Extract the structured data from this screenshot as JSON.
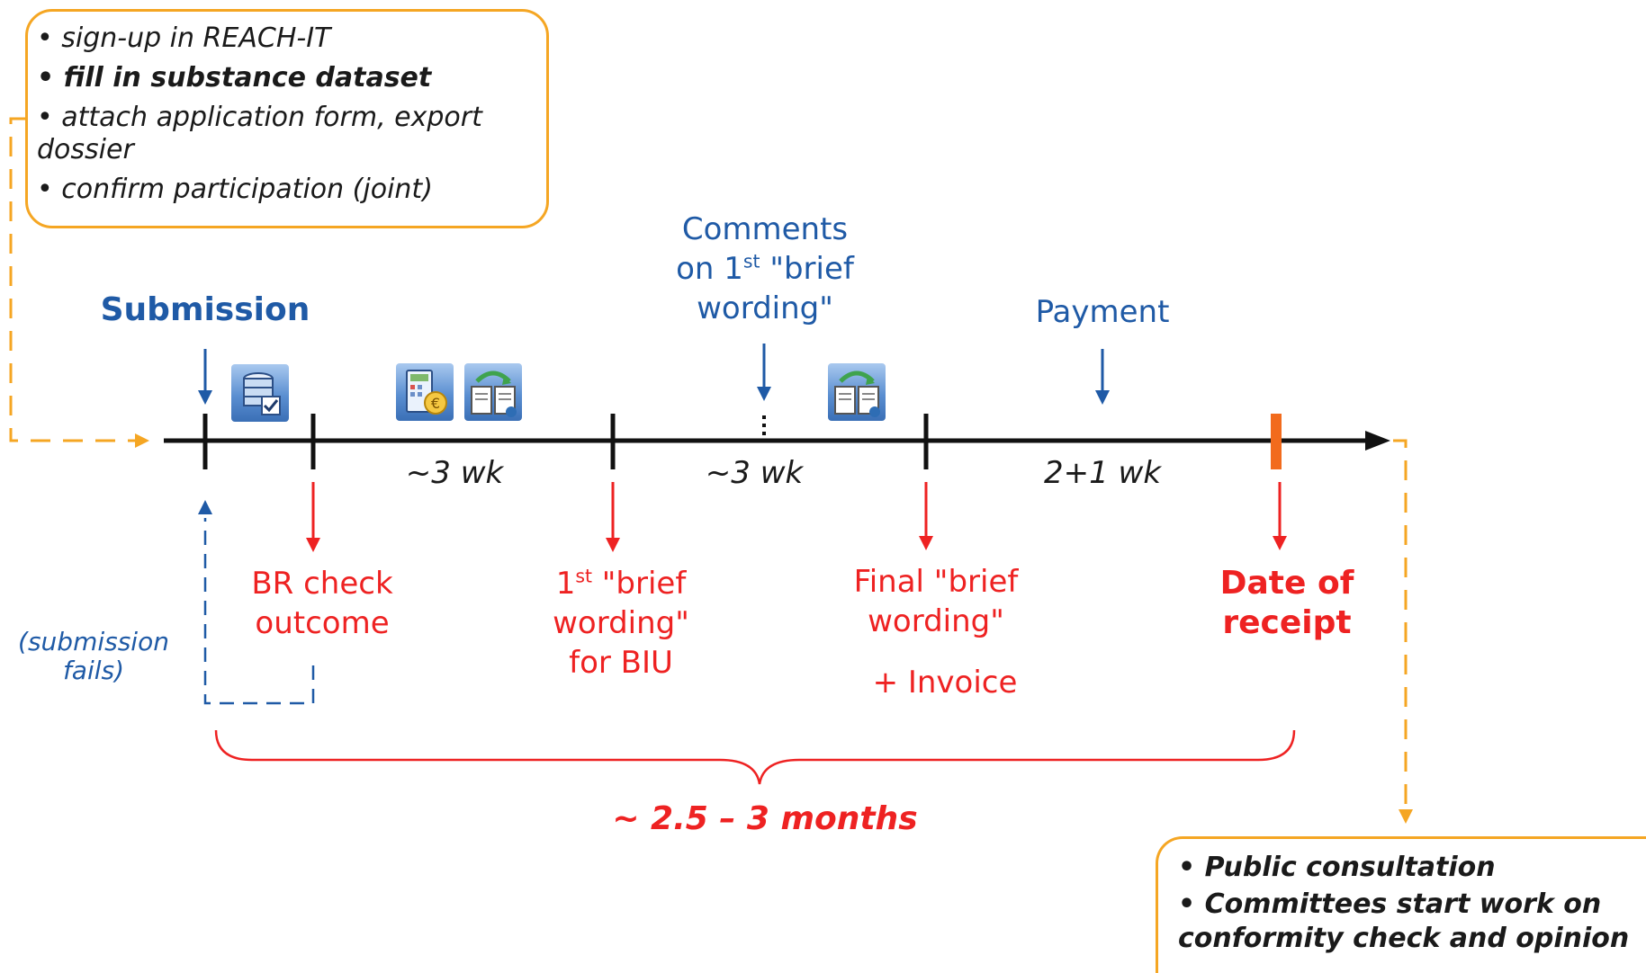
{
  "top_box": {
    "items": [
      {
        "text": "sign-up in REACH-IT",
        "bold": false
      },
      {
        "text": "fill in substance dataset",
        "bold": true
      },
      {
        "text": "attach application form, export dossier",
        "bold": false
      },
      {
        "text": "confirm participation (joint)",
        "bold": false
      }
    ]
  },
  "bottom_box": {
    "items": [
      {
        "text": "Public consultation"
      },
      {
        "text": "Committees start work on conformity check and opinion"
      }
    ]
  },
  "above": {
    "submission": "Submission",
    "comments_line1": "Comments",
    "comments_line2_prefix": "on 1",
    "comments_line2_sup": "st",
    "comments_line2_suffix": " \"brief",
    "comments_line3": "wording\"",
    "payment": "Payment"
  },
  "durations": {
    "d1": "~3 wk",
    "d2": "~3 wk",
    "d3": "2+1 wk"
  },
  "below": {
    "br_line1": "BR check",
    "br_line2": "outcome",
    "first_line1_prefix": "1",
    "first_line1_sup": "st",
    "first_line1_suffix": " \"brief",
    "first_line2": "wording\"",
    "first_line3": "for BIU",
    "final_line1": "Final \"brief",
    "final_line2": "wording\"",
    "invoice": "+ Invoice",
    "receipt_line1": "Date of",
    "receipt_line2": "receipt"
  },
  "fails": {
    "line1": "(submission",
    "line2": "fails)"
  },
  "total": "~ 2.5 – 3 months",
  "icons": [
    "database-check-icon",
    "calculator-invoice-icon",
    "document-transfer-icon",
    "document-transfer-icon"
  ],
  "colors": {
    "orange": "#f5a623",
    "blue": "#1f5aa6",
    "red": "#ee2222",
    "receipt_marker": "#f26b1d"
  }
}
